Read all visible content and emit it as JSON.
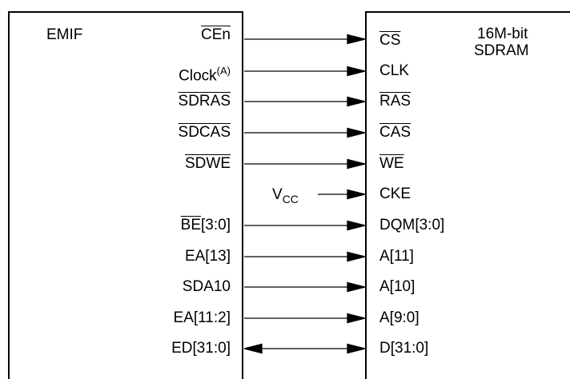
{
  "emif": {
    "title": "EMIF",
    "signals": [
      {
        "label": "CEn",
        "overline": true
      },
      {
        "label": "Clock",
        "sup": "(A)",
        "overline": false
      },
      {
        "label": "SDRAS",
        "overline": true
      },
      {
        "label": "SDCAS",
        "overline": true
      },
      {
        "label": "SDWE",
        "overline": true
      },
      {
        "label": "",
        "overline": false
      },
      {
        "label": "BE",
        "suffix": "[3:0]",
        "overline": true
      },
      {
        "label": "EA[13]",
        "overline": false
      },
      {
        "label": "SDA10",
        "overline": false
      },
      {
        "label": "EA[11:2]",
        "overline": false
      },
      {
        "label": "ED[31:0]",
        "overline": false
      }
    ]
  },
  "sdram": {
    "title_line1": "16M-bit",
    "title_line2": "SDRAM",
    "pins": [
      {
        "label": "CS",
        "overline": true
      },
      {
        "label": "CLK",
        "overline": false
      },
      {
        "label": "RAS",
        "overline": true
      },
      {
        "label": "CAS",
        "overline": true
      },
      {
        "label": "WE",
        "overline": true
      },
      {
        "label": "CKE",
        "overline": false
      },
      {
        "label": "DQM[3:0]",
        "overline": false
      },
      {
        "label": "A[11]",
        "overline": false
      },
      {
        "label": "A[10]",
        "overline": false
      },
      {
        "label": "A[9:0]",
        "overline": false
      },
      {
        "label": "D[31:0]",
        "overline": false
      }
    ]
  },
  "vcc": {
    "base": "V",
    "sub": "CC"
  },
  "connections": [
    {
      "from": "CEn",
      "to": "CS",
      "direction": "right"
    },
    {
      "from": "Clock",
      "to": "CLK",
      "direction": "right"
    },
    {
      "from": "SDRAS",
      "to": "RAS",
      "direction": "right"
    },
    {
      "from": "SDCAS",
      "to": "CAS",
      "direction": "right"
    },
    {
      "from": "SDWE",
      "to": "WE",
      "direction": "right"
    },
    {
      "from": "VCC",
      "to": "CKE",
      "direction": "right"
    },
    {
      "from": "BE[3:0]",
      "to": "DQM[3:0]",
      "direction": "right"
    },
    {
      "from": "EA[13]",
      "to": "A[11]",
      "direction": "right"
    },
    {
      "from": "SDA10",
      "to": "A[10]",
      "direction": "right"
    },
    {
      "from": "EA[11:2]",
      "to": "A[9:0]",
      "direction": "right"
    },
    {
      "from": "ED[31:0]",
      "to": "D[31:0]",
      "direction": "bidirectional"
    }
  ]
}
